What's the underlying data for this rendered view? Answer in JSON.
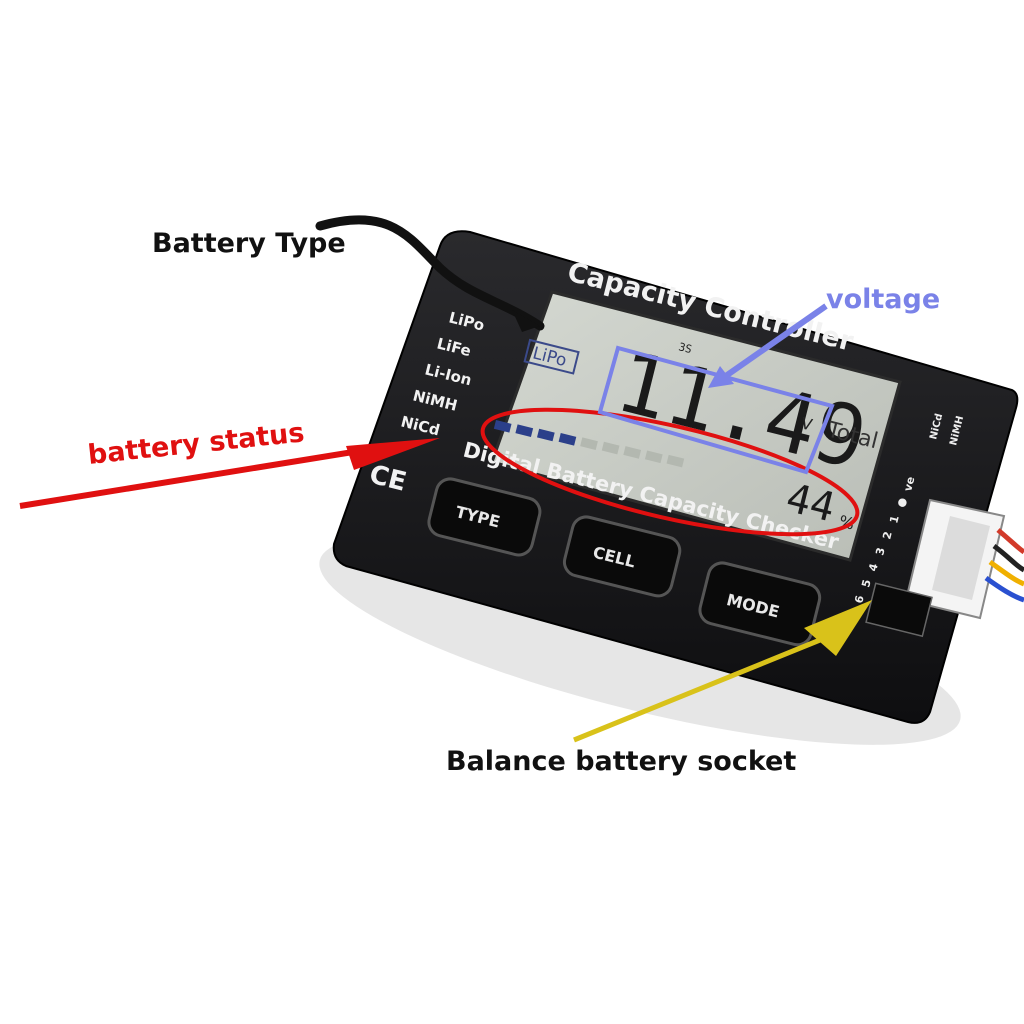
{
  "device": {
    "brand_title": "Capacity Controller",
    "subtitle": "Digital Battery Capacity Checker",
    "battery_types": [
      "LiPo",
      "LiFe",
      "Li-Ion",
      "NiMH",
      "NiCd"
    ],
    "side_types": [
      "NiCd",
      "NiMH"
    ],
    "ce_mark": "CE",
    "pin_labels": [
      "6",
      "5",
      "4",
      "3",
      "2",
      "1",
      "●",
      "ve"
    ],
    "buttons": [
      "TYPE",
      "CELL",
      "MODE"
    ]
  },
  "lcd": {
    "type_indicator": "LiPo",
    "cell_count": "3S",
    "voltage": "11.49",
    "voltage_unit": "V",
    "total_label": "Total",
    "percent": "44",
    "percent_unit": "%",
    "status_level": 0.45
  },
  "annotations": {
    "battery_type": "Battery Type",
    "voltage": "voltage",
    "battery_status": "battery status",
    "balance_socket": "Balance battery socket"
  },
  "colors": {
    "annotation_black": "#111111",
    "annotation_blue": "#7a82e8",
    "annotation_red": "#e01010",
    "annotation_yellow": "#d9c21a",
    "device_body": "#1b1b1d",
    "lcd_background": "#c7cbc4"
  }
}
